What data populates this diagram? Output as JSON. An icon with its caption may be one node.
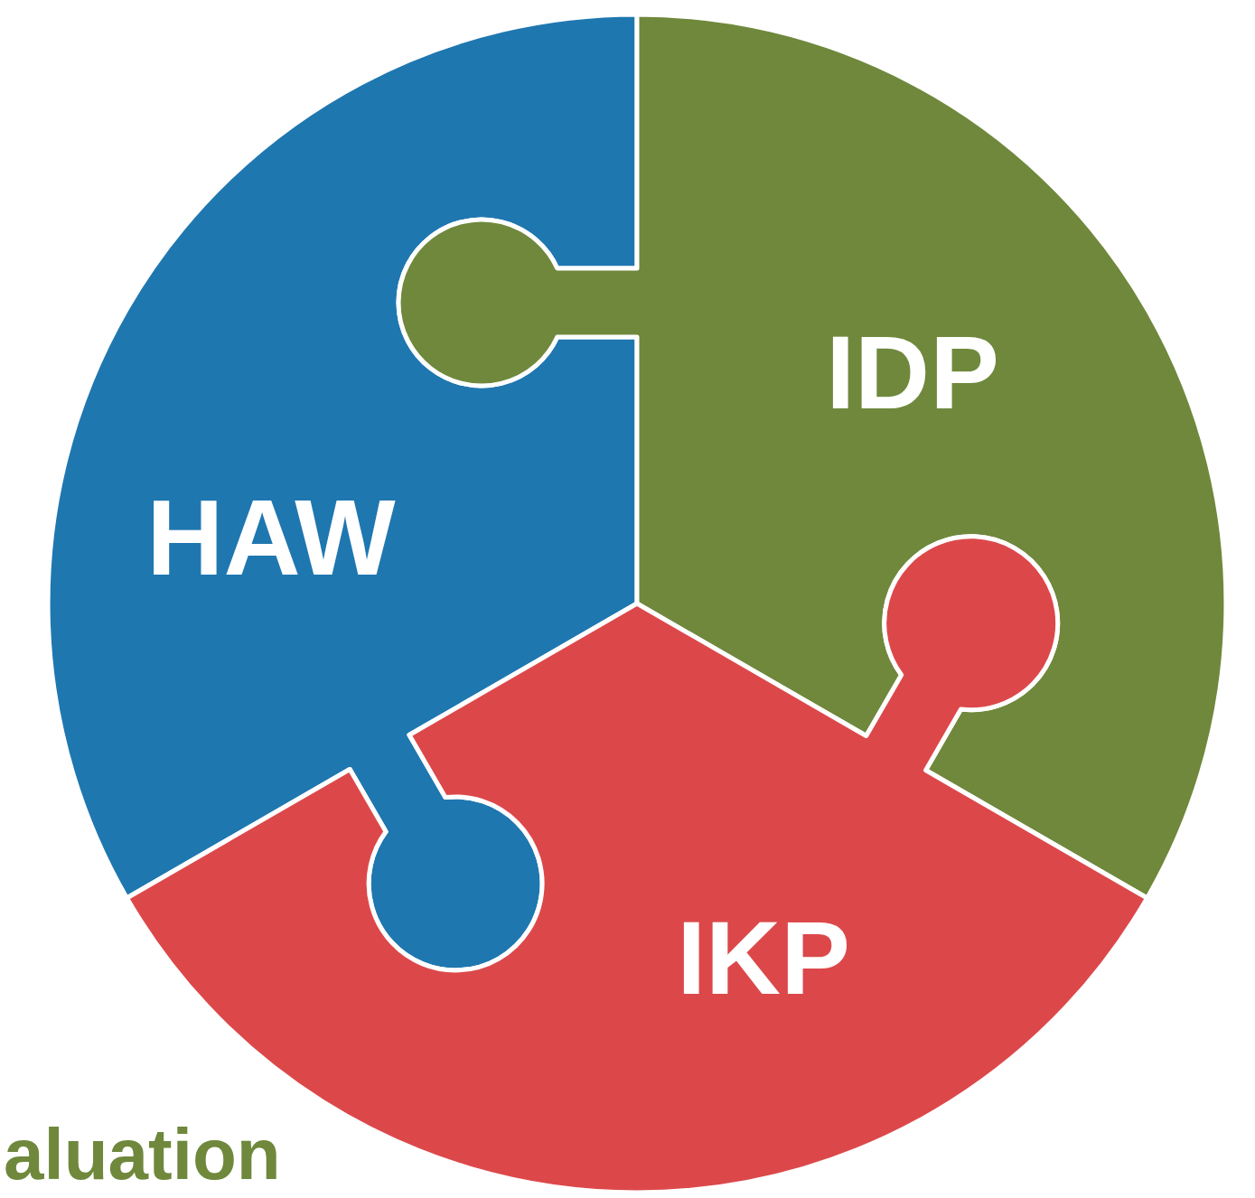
{
  "diagram": {
    "nodes": [
      {
        "text": [
          "HAW"
        ]
      },
      {
        "text": [
          "IDP"
        ]
      },
      {
        "text": [
          "IKP"
        ]
      }
    ],
    "labels": [
      "aluation"
    ]
  }
}
